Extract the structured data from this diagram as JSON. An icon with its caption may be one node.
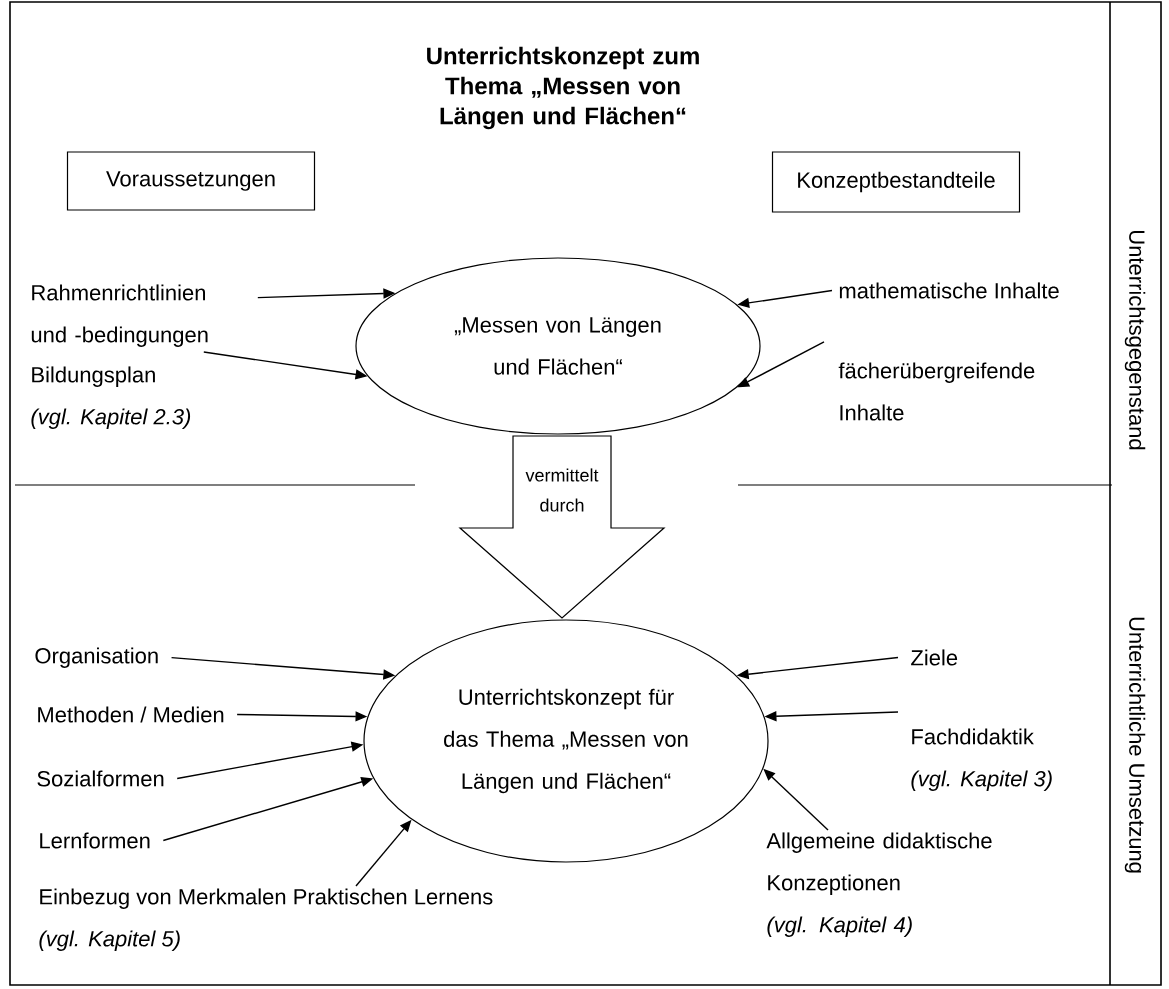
{
  "diagram": {
    "title": "Unterrichtskonzept zum Thema „Messen von Längen und Flächen“",
    "nodes": [
      {
        "text": [
          "Voraussetzungen"
        ]
      },
      {
        "text": [
          "Konzeptbestandteile"
        ]
      },
      {
        "text": [
          "„Messen von Längen und Flächen“"
        ]
      },
      {
        "text": [
          "Rahmenrichtlinien und -bedingungen"
        ]
      },
      {
        "text": [
          "Bildungsplan",
          "(vgl. Kapitel 2.3)"
        ]
      },
      {
        "text": [
          "mathematische Inhalte"
        ]
      },
      {
        "text": [
          "fächerübergreifende Inhalte"
        ]
      },
      {
        "text": [
          "Unterrichtskonzept für das Thema „Messen von Längen und Flächen“"
        ]
      },
      {
        "text": [
          "Organisation"
        ]
      },
      {
        "text": [
          "Methoden / Medien"
        ]
      },
      {
        "text": [
          "Sozialformen"
        ]
      },
      {
        "text": [
          "Lernformen"
        ]
      },
      {
        "text": [
          "Einbezug von Merkmalen Praktischen Lernens",
          "(vgl. Kapitel 5)"
        ]
      },
      {
        "text": [
          "Ziele"
        ]
      },
      {
        "text": [
          "Fachdidaktik",
          "(vgl. Kapitel 3)"
        ]
      },
      {
        "text": [
          "Allgemeine didaktische Konzeptionen",
          "(vgl. Kapitel 4)"
        ]
      }
    ],
    "edges": [
      {
        "from": 3,
        "to": 2,
        "arrow": "to"
      },
      {
        "from": 4,
        "to": 2,
        "arrow": "to"
      },
      {
        "from": 5,
        "to": 2,
        "arrow": "to"
      },
      {
        "from": 6,
        "to": 2,
        "arrow": "to"
      },
      {
        "from": 2,
        "to": 7,
        "arrow": "to",
        "label": "vermittelt durch"
      },
      {
        "from": 8,
        "to": 7,
        "arrow": "to"
      },
      {
        "from": 9,
        "to": 7,
        "arrow": "to"
      },
      {
        "from": 10,
        "to": 7,
        "arrow": "to"
      },
      {
        "from": 11,
        "to": 7,
        "arrow": "to"
      },
      {
        "from": 12,
        "to": 7,
        "arrow": "to"
      },
      {
        "from": 13,
        "to": 7,
        "arrow": "to"
      },
      {
        "from": 14,
        "to": 7,
        "arrow": "to"
      },
      {
        "from": 15,
        "to": 7,
        "arrow": "to"
      }
    ],
    "labels": [
      "Unterrichtsgegenstand",
      "Unterrichtliche Umsetzung"
    ]
  }
}
